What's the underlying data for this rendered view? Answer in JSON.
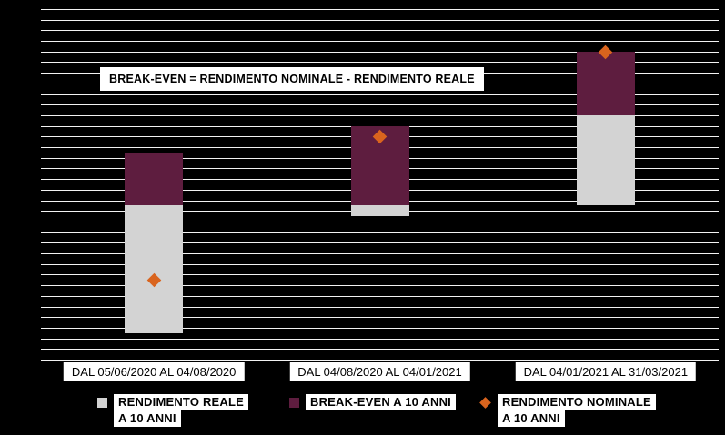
{
  "chart_data": {
    "type": "bar",
    "subtype": "stacked-bars-with-diamond-marker",
    "title": "",
    "annotation": "BREAK-EVEN = RENDIMENTO NOMINALE - RENDIMENTO REALE",
    "categories": [
      "DAL 05/06/2020 AL 04/08/2020",
      "DAL 04/08/2020 AL 04/01/2021",
      "DAL 04/01/2021 AL 31/03/2021"
    ],
    "series": [
      {
        "name": "RENDIMENTO REALE A 10 ANNI",
        "type": "bar",
        "color": "#D3D3D3",
        "values": [
          -1.2,
          -0.1,
          0.85
        ]
      },
      {
        "name": "BREAK-EVEN A 10 ANNI",
        "type": "bar",
        "color": "#5E1D3F",
        "values": [
          0.5,
          0.75,
          0.6
        ]
      },
      {
        "name": "RENDIMENTO NOMINALE A 10 ANNI",
        "type": "marker",
        "color": "#D9641E",
        "values": [
          -0.7,
          0.65,
          1.45
        ]
      }
    ],
    "xlabel": "",
    "ylabel": "",
    "ylim": [
      -1.45,
      1.85
    ],
    "grid_step": 0.1,
    "gridlines": true,
    "y_axis_labels_visible": false,
    "legend_position": "bottom"
  },
  "legend": {
    "items": [
      {
        "swatch": "square",
        "color": "#D3D3D3",
        "lines": [
          "RENDIMENTO REALE",
          "A 10 ANNI"
        ]
      },
      {
        "swatch": "square",
        "color": "#5E1D3F",
        "lines": [
          "BREAK-EVEN A 10 ANNI"
        ]
      },
      {
        "swatch": "diamond",
        "color": "#D9641E",
        "lines": [
          "RENDIMENTO NOMINALE",
          "A 10 ANNI"
        ]
      }
    ]
  },
  "colors": {
    "background": "#000000",
    "gridline": "#F2F2F2",
    "real_yield": "#D3D3D3",
    "break_even": "#5E1D3F",
    "nominal_yield": "#D9641E",
    "label_background": "#FFFFFF",
    "label_text": "#000000"
  }
}
